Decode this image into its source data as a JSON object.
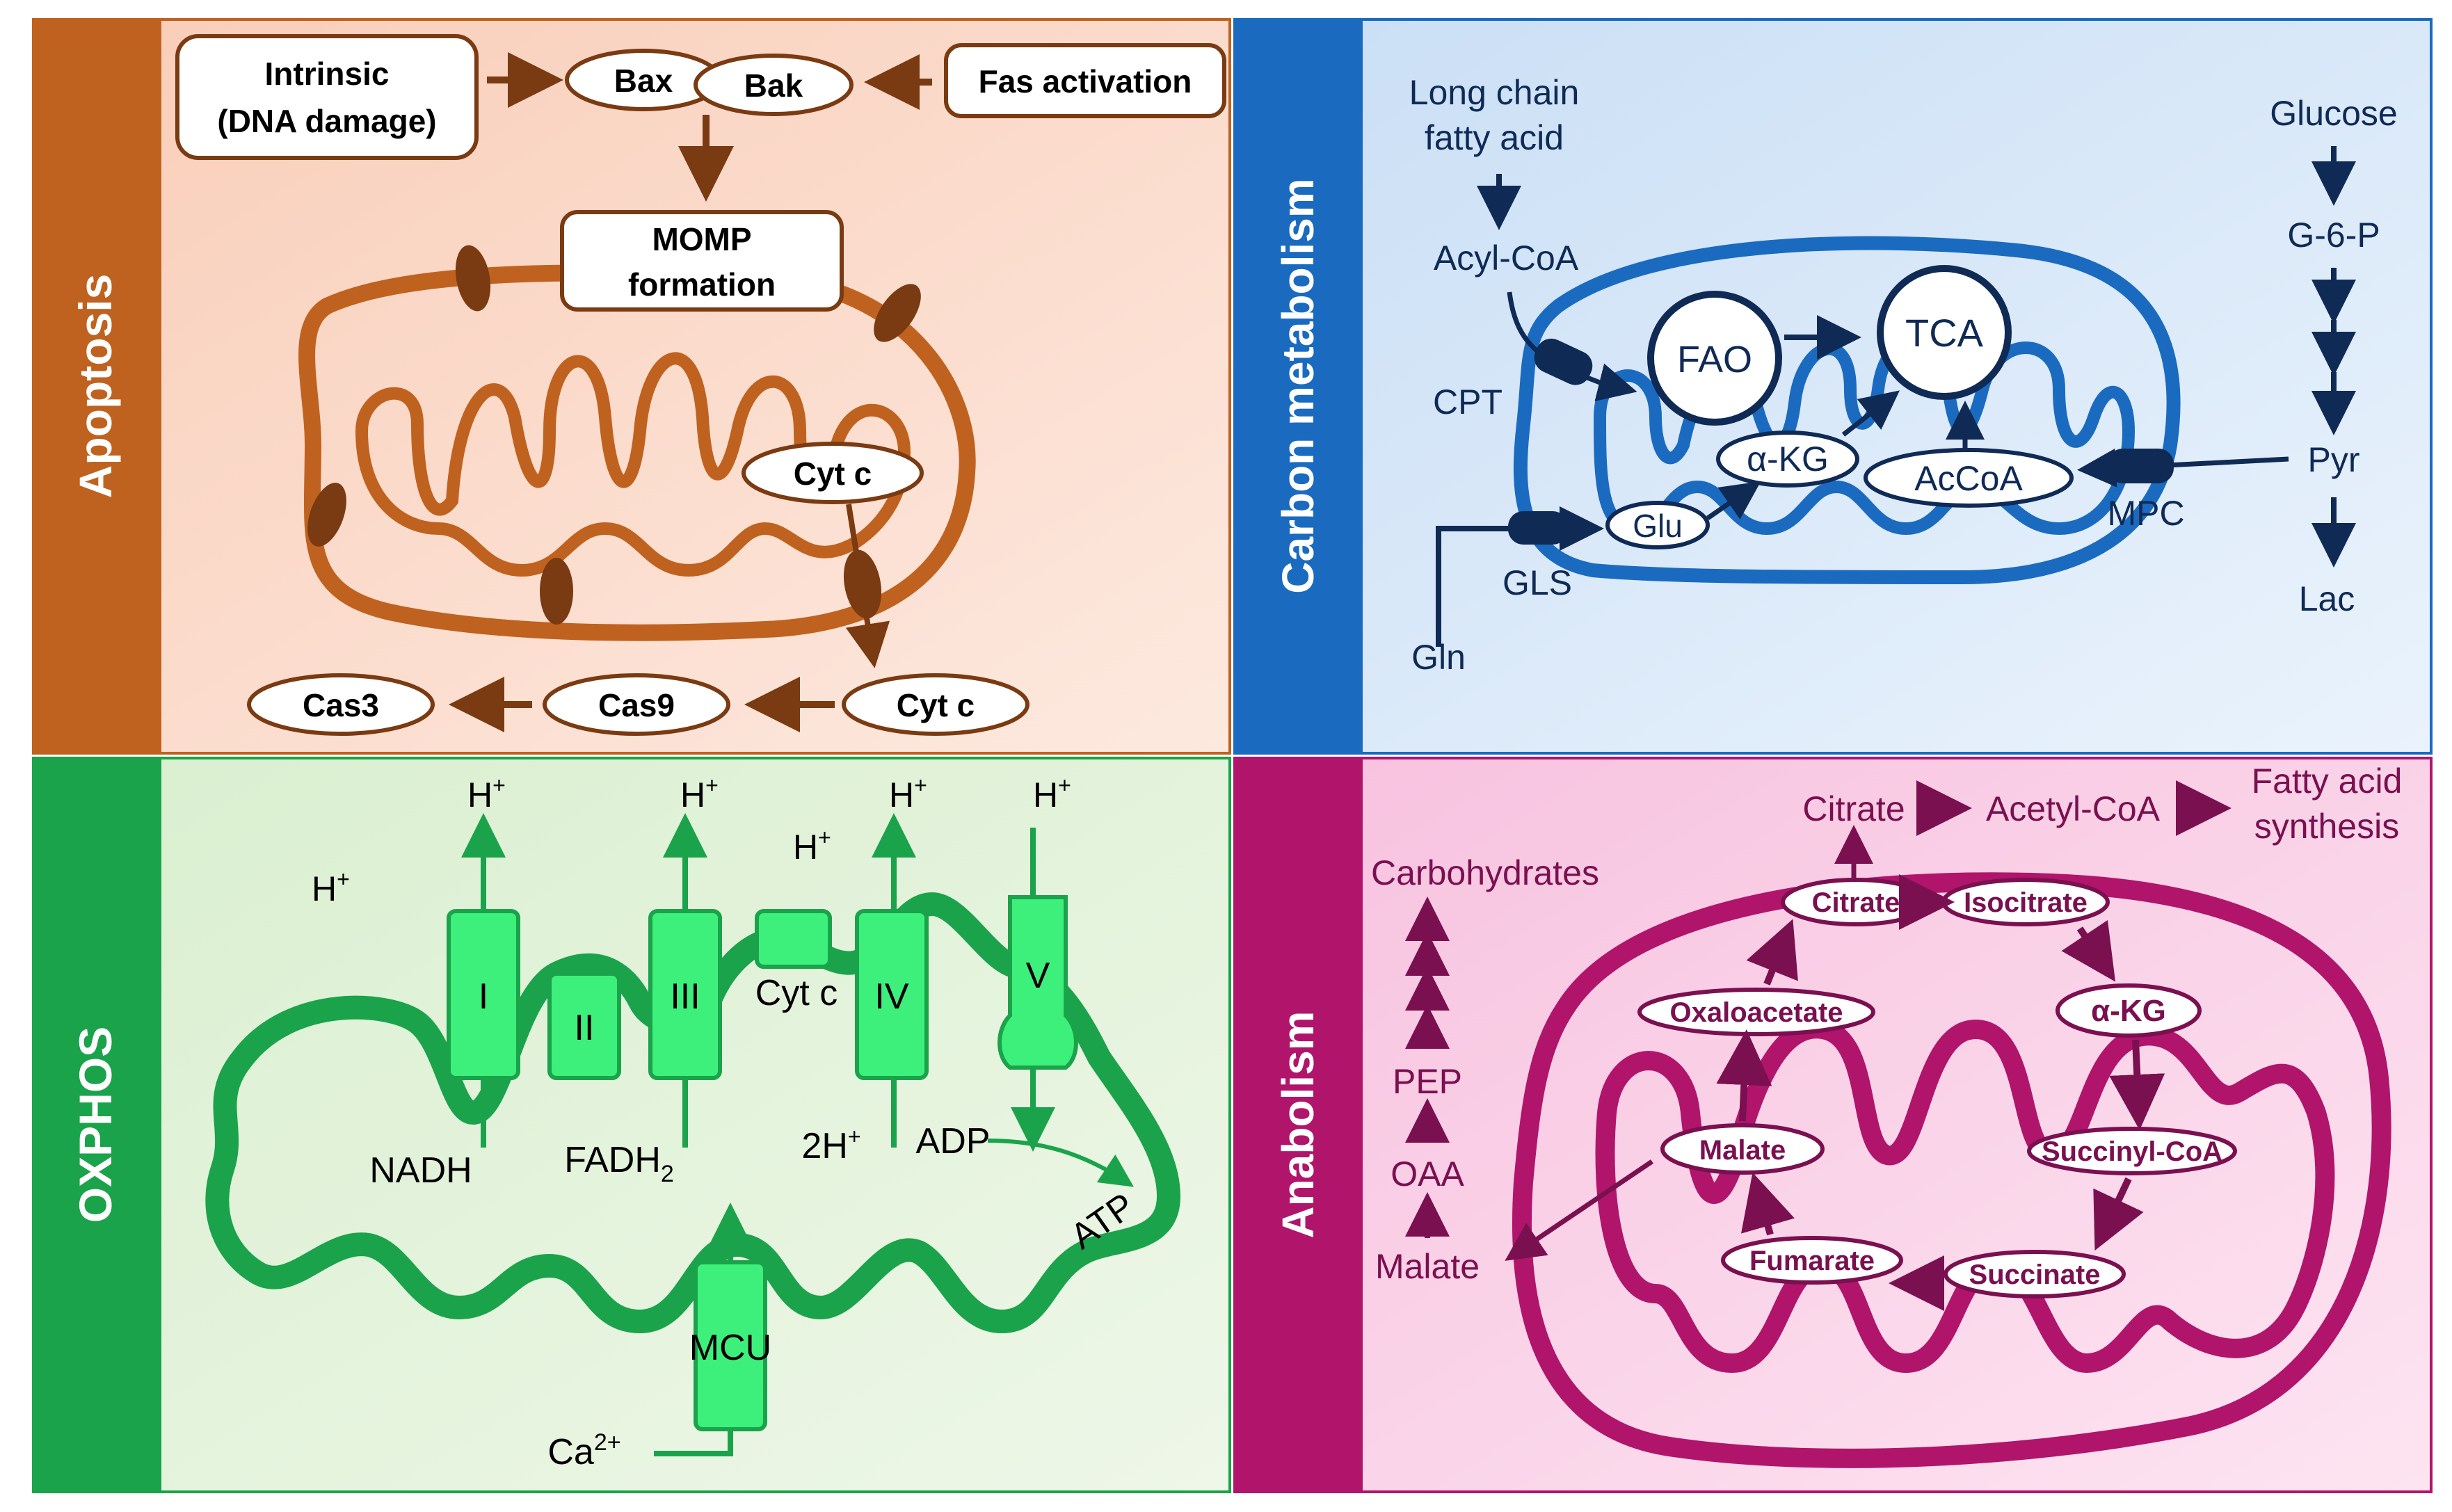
{
  "colors": {
    "apoptosis": "#c0621f",
    "apoptosis_bg": "#fbd9c8",
    "apoptosis_dark": "#7a3a12",
    "carbon": "#1a6bc0",
    "carbon_bg": "#d5e6f7",
    "carbon_dark": "#0f2a55",
    "oxphos": "#1aa34a",
    "oxphos_bg": "#e3f2da",
    "oxphos_protein": "#3df07c",
    "anabolism": "#b0156b",
    "anabolism_bg": "#f9cce5",
    "anabolism_dark": "#7a1050"
  },
  "apoptosis": {
    "title": "Apoptosis",
    "intrinsic": [
      "Intrinsic",
      "(DNA damage)"
    ],
    "bax": "Bax",
    "bak": "Bak",
    "fas": "Fas activation",
    "momp": [
      "MOMP",
      "formation"
    ],
    "cytc_inner": "Cyt c",
    "cytc_outer": "Cyt c",
    "cas9": "Cas9",
    "cas3": "Cas3"
  },
  "carbon": {
    "title": "Carbon metabolism",
    "lcfa": [
      "Long chain",
      "fatty acid"
    ],
    "acylcoa": "Acyl-CoA",
    "cpt": "CPT",
    "fao": "FAO",
    "tca": "TCA",
    "akg": "α-KG",
    "acoa": "AcCoA",
    "glu": "Glu",
    "gls": "GLS",
    "gln": "Gln",
    "mpc": "MPC",
    "glucose": "Glucose",
    "g6p": "G-6-P",
    "pyr": "Pyr",
    "lac": "Lac"
  },
  "oxphos": {
    "title": "OXPHOS",
    "h": "H",
    "plus": "+",
    "complexes": [
      "I",
      "II",
      "III",
      "IV",
      "V"
    ],
    "cytc": "Cyt c",
    "nadh": "NADH",
    "fadh": "FADH",
    "fadh_sub": "2",
    "twoh": "2H",
    "adp": "ADP",
    "atp": "ATP",
    "mcu": "MCU",
    "ca": "Ca",
    "ca_sup": "2+"
  },
  "anabolism": {
    "title": "Anabolism",
    "citrate_out": "Citrate",
    "acetylcoa": "Acetyl-CoA",
    "fas": [
      "Fatty acid",
      "synthesis"
    ],
    "carbohydrates": "Carbohydrates",
    "pep": "PEP",
    "oaa": "OAA",
    "malate_out": "Malate",
    "citrate": "Citrate",
    "isocitrate": "Isocitrate",
    "akg": "α-KG",
    "succinylcoa": "Succinyl-CoA",
    "succinate": "Succinate",
    "fumarate": "Fumarate",
    "malate": "Malate",
    "oxaloacetate": "Oxaloacetate"
  }
}
